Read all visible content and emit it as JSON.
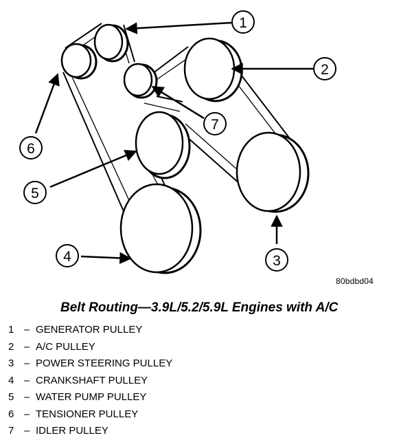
{
  "figure_code": "80bdbd04",
  "caption": "Belt Routing—3.9L/5.2/5.9L Engines with A/C",
  "callouts": [
    "1",
    "2",
    "3",
    "4",
    "5",
    "6",
    "7"
  ],
  "legend": [
    {
      "num": "1",
      "sep": "–",
      "label": "GENERATOR PULLEY"
    },
    {
      "num": "2",
      "sep": "–",
      "label": "A/C PULLEY"
    },
    {
      "num": "3",
      "sep": "–",
      "label": "POWER STEERING PULLEY"
    },
    {
      "num": "4",
      "sep": "–",
      "label": "CRANKSHAFT PULLEY"
    },
    {
      "num": "5",
      "sep": "–",
      "label": "WATER PUMP PULLEY"
    },
    {
      "num": "6",
      "sep": "–",
      "label": "TENSIONER PULLEY"
    },
    {
      "num": "7",
      "sep": "–",
      "label": "IDLER PULLEY"
    }
  ]
}
